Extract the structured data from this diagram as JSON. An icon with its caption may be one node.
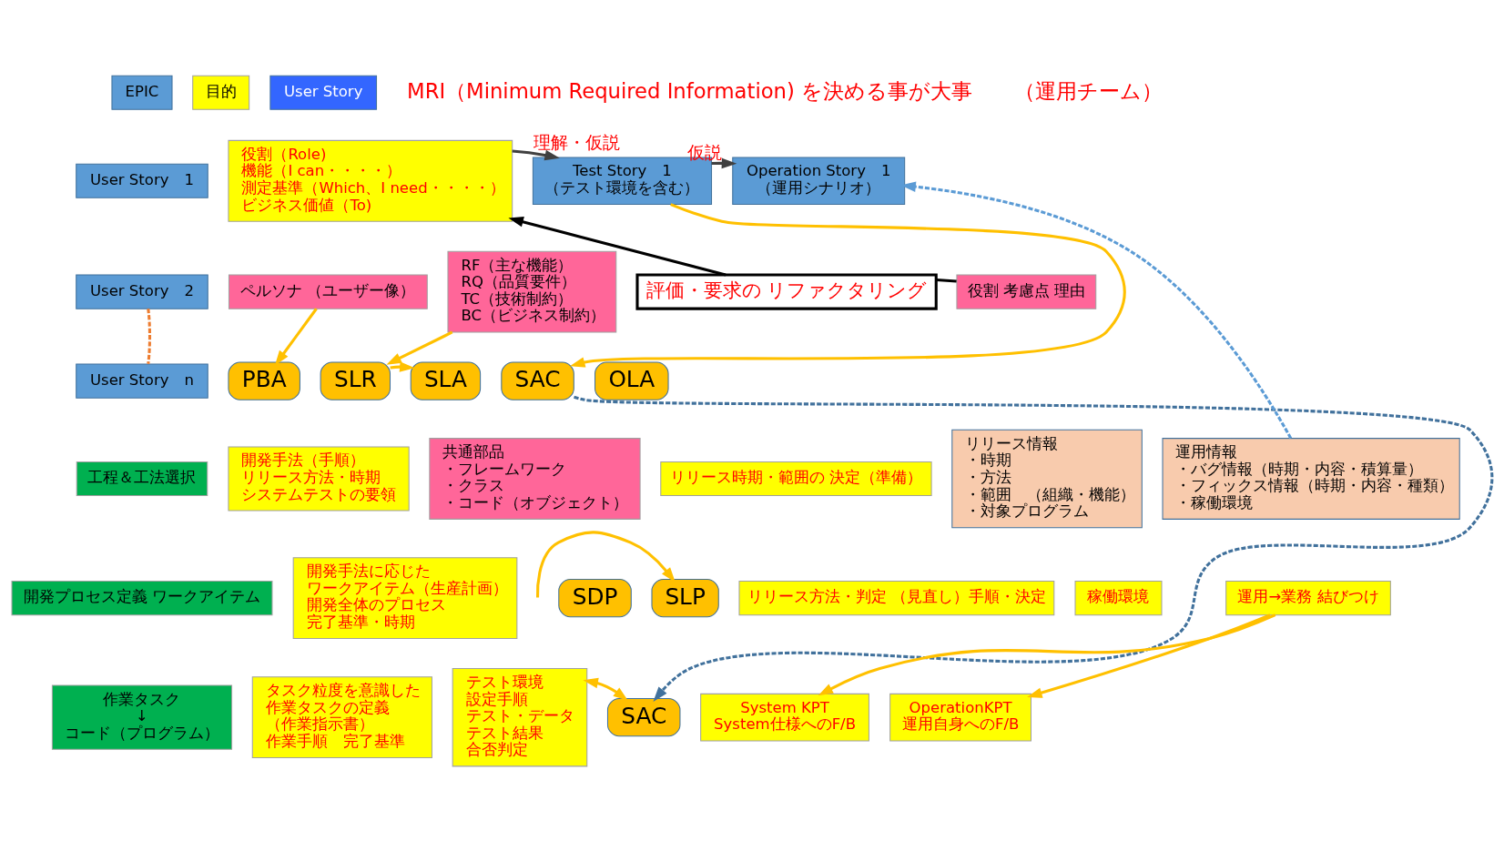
{
  "diagram": {
    "nodes": [
      {
        "text": [
          "EPIC"
        ]
      },
      {
        "text": [
          "目的"
        ]
      },
      {
        "text": [
          "User Story"
        ]
      },
      {
        "text": [
          "User Story　1"
        ]
      },
      {
        "text": [
          "役割（Role)",
          "機能（I can・・・・）",
          "測定基準（Which、I need・・・・）",
          "ビジネス価値（To)"
        ]
      },
      {
        "text": [
          "ペルソナ （ユーザー像）"
        ]
      },
      {
        "text": [
          "RF（主な機能）",
          "RQ（品質要件）",
          "TC（技術制約）",
          "BC（ビジネス制約）"
        ]
      },
      {
        "text": [
          "Test Story　1",
          "（テスト環境を含む）"
        ]
      },
      {
        "text": [
          "Operation Story　1",
          "（運用シナリオ）"
        ]
      },
      {
        "text": [
          "評価・要求の リファクタリング"
        ]
      },
      {
        "text": [
          "役割 考慮点 理由"
        ]
      },
      {
        "text": [
          "User Story　2"
        ]
      },
      {
        "text": [
          "User Story　n"
        ]
      },
      {
        "text": [
          "PBA"
        ]
      },
      {
        "text": [
          "SLR"
        ]
      },
      {
        "text": [
          "SLA"
        ]
      },
      {
        "text": [
          "SAC"
        ]
      },
      {
        "text": [
          "OLA"
        ]
      },
      {
        "text": [
          "工程＆工法選択"
        ]
      },
      {
        "text": [
          "開発手法（手順）",
          "リリース方法・時期",
          "システムテストの要領"
        ]
      },
      {
        "text": [
          "共通部品",
          "・フレームワーク",
          "・クラス",
          "・コード（オブジェクト）"
        ]
      },
      {
        "text": [
          "リリース時期・範囲の 決定（準備）"
        ]
      },
      {
        "text": [
          "リリース情報",
          "・時期",
          "・方法",
          "・範囲　（組織・機能）",
          "・対象プログラム"
        ]
      },
      {
        "text": [
          "運用情報",
          "・バグ情報（時期・内容・積算量）",
          "・フィックス情報（時期・内容・種類）",
          "・稼働環境"
        ]
      },
      {
        "text": [
          "開発プロセス定義 ワークアイテム"
        ]
      },
      {
        "text": [
          "開発手法に応じた",
          "ワークアイテム（生産計画）",
          "開発全体のプロセス",
          "完了基準・時期"
        ]
      },
      {
        "text": [
          "SDP"
        ]
      },
      {
        "text": [
          "SLP"
        ]
      },
      {
        "text": [
          "リリース方法・判定 （見直し）手順・決定"
        ]
      },
      {
        "text": [
          "稼働環境"
        ]
      },
      {
        "text": [
          "運用→業務 結びつけ"
        ]
      },
      {
        "text": [
          "作業タスク",
          "↓",
          "コード（プログラム）"
        ]
      },
      {
        "text": [
          "タスク粒度を意識した",
          "作業タスクの定義",
          "（作業指示書）",
          "作業手順　完了基準"
        ]
      },
      {
        "text": [
          "テスト環境",
          "設定手順",
          "テスト・データ",
          "テスト結果",
          "合否判定"
        ]
      },
      {
        "text": [
          "SAC"
        ]
      },
      {
        "text": [
          "System KPT",
          "System仕様へのF/B"
        ]
      },
      {
        "text": [
          "OperationKPT",
          "運用自身へのF/B"
        ]
      }
    ],
    "edges": [
      {
        "from": 4,
        "to": 7,
        "arrow": "to",
        "label": "理解・仮説",
        "color": "#404040"
      },
      {
        "from": 10,
        "to": 9,
        "arrow": "none",
        "color": "#000000"
      },
      {
        "from": 9,
        "to": 4,
        "arrow": "to",
        "color": "#000000"
      },
      {
        "from": 7,
        "to": 8,
        "arrow": "to",
        "label": "仮説",
        "color": "#404040"
      },
      {
        "from": 11,
        "to": 12,
        "arrow": "none",
        "style": "dashed",
        "color": "#ed7d31"
      },
      {
        "from": 5,
        "to": 13,
        "arrow": "to"
      },
      {
        "from": 6,
        "to": 14,
        "arrow": "to"
      },
      {
        "from": 14,
        "to": 15,
        "arrow": "to"
      },
      {
        "from": 7,
        "to": 16,
        "arrow": "to"
      },
      {
        "from": 16,
        "to": 34,
        "arrow": "to",
        "style": "dashed",
        "color": "#41719c"
      },
      {
        "from": 23,
        "to": 8,
        "arrow": "to",
        "style": "dashed",
        "color": "#5b9bd5"
      },
      {
        "from": null,
        "to": 27,
        "arrow": "to"
      },
      {
        "from": 33,
        "to": 34,
        "arrow": "both"
      },
      {
        "from": 30,
        "to": 35,
        "arrow": "to"
      },
      {
        "from": 30,
        "to": 36,
        "arrow": "to"
      }
    ],
    "labels": [
      "MRI（Minimum Required Information) を決める事が大事　　（運用チーム）"
    ]
  }
}
